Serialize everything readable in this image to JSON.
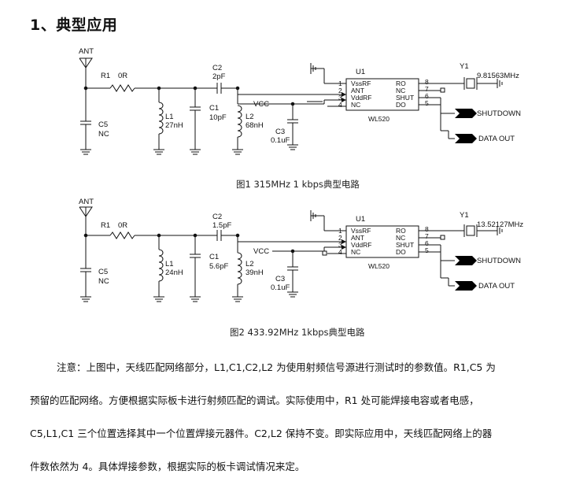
{
  "heading": "1、典型应用",
  "figures": [
    {
      "caption": "图1   315MHz 1 kbps典型电路",
      "ant": "ANT",
      "r1": "R1",
      "r1_val": "0R",
      "c2": "C2",
      "c2_val": "2pF",
      "c1": "C1",
      "c1_val": "10pF",
      "l1": "L1",
      "l1_val": "27nH",
      "l2": "L2",
      "l2_val": "68nH",
      "c5": "C5",
      "c5_val": "NC",
      "vcc": "VCC",
      "c3": "C3",
      "c3_val": "0.1uF",
      "u1": "U1",
      "chip": "WL520",
      "pins_left": [
        "VssRF",
        "ANT",
        "VddRF",
        "NC"
      ],
      "pins_left_num": [
        "1",
        "2",
        "3",
        "4"
      ],
      "pins_right": [
        "RO",
        "NC",
        "SHUT",
        "DO"
      ],
      "pins_right_num": [
        "8",
        "7",
        "6",
        "5"
      ],
      "y1": "Y1",
      "crystal": "9.81563MHz",
      "shutdown": "SHUTDOWN",
      "data_out": "DATA OUT"
    },
    {
      "caption": "图2   433.92MHz 1kbps典型电路",
      "ant": "ANT",
      "r1": "R1",
      "r1_val": "0R",
      "c2": "C2",
      "c2_val": "1.5pF",
      "c1": "C1",
      "c1_val": "5.6pF",
      "l1": "L1",
      "l1_val": "24nH",
      "l2": "L2",
      "l2_val": "39nH",
      "c5": "C5",
      "c5_val": "NC",
      "vcc": "VCC",
      "c3": "C3",
      "c3_val": "0.1uF",
      "u1": "U1",
      "chip": "WL520",
      "pins_left": [
        "VssRF",
        "ANT",
        "VddRF",
        "NC"
      ],
      "pins_left_num": [
        "1",
        "2",
        "3",
        "4"
      ],
      "pins_right": [
        "RO",
        "NC",
        "SHUT",
        "DO"
      ],
      "pins_right_num": [
        "8",
        "7",
        "6",
        "5"
      ],
      "y1": "Y1",
      "crystal": "13.52127MHz",
      "shutdown": "SHUTDOWN",
      "data_out": "DATA OUT"
    }
  ],
  "note": [
    "注意：上图中，天线匹配网络部分，L1,C1,C2,L2 为使用射频信号源进行测试时的参数值。R1,C5 为",
    "预留的匹配网络。方便根据实际板卡进行射频匹配的调试。实际使用中，R1 处可能焊接电容或者电感，",
    "C5,L1,C1 三个位置选择其中一个位置焊接元器件。C2,L2 保持不变。即实际应用中，天线匹配网络上的器",
    "件数依然为 4。具体焊接参数，根据实际的板卡调试情况来定。"
  ]
}
